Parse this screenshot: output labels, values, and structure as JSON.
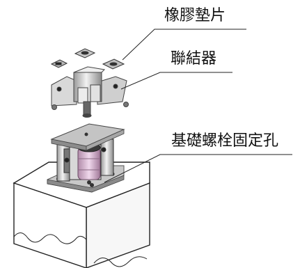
{
  "labels": {
    "rubber_pad": "橡膠墊片",
    "coupler": "聯結器",
    "anchor_hole": "基礎螺栓固定孔"
  }
}
